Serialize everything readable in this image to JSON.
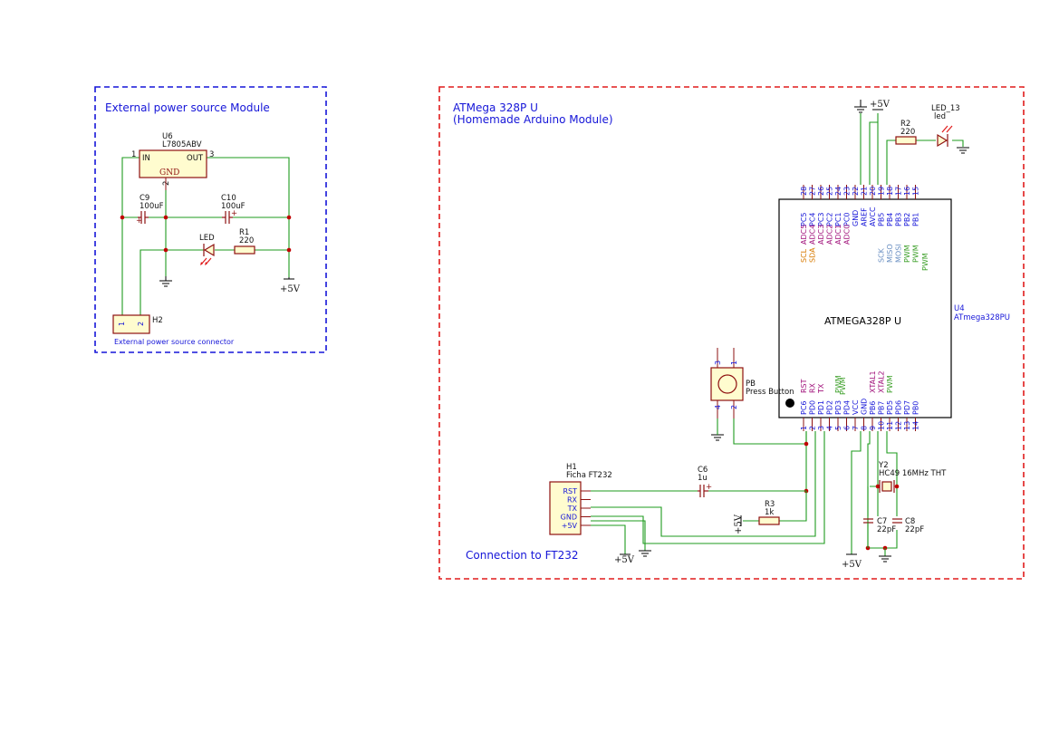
{
  "power_module": {
    "title": "External power source Module",
    "u6": {
      "ref": "U6",
      "value": "L7805ABV",
      "pin_in": "IN",
      "pin_out": "OUT",
      "pin_gnd": "GND",
      "n1": "1",
      "n2": "2",
      "n3": "3"
    },
    "c9": {
      "ref": "C9",
      "value": "100uF"
    },
    "c10": {
      "ref": "C10",
      "value": "100uF"
    },
    "led": {
      "ref": "LED"
    },
    "r1": {
      "ref": "R1",
      "value": "220"
    },
    "h2": {
      "ref": "H2",
      "value": "External power source connector",
      "n1": "1",
      "n2": "2"
    },
    "vcc": "+5V"
  },
  "arduino_module": {
    "title1": "ATMega 328P U",
    "title2": "(Homemade Arduino Module)",
    "footer": "Connection to FT232",
    "vcc": "+5V",
    "r2": {
      "ref": "R2",
      "value": "220"
    },
    "led13": {
      "ref": "LED_13",
      "value": "led"
    },
    "u4": {
      "ref": "U4",
      "value": "ATmega328PU",
      "name": "ATMEGA328P U"
    },
    "top_pins": [
      {
        "num": "28",
        "name": "PC5",
        "alt1": "ADC5",
        "alt2": "SCL"
      },
      {
        "num": "27",
        "name": "PC4",
        "alt1": "ADC4",
        "alt2": "SDA"
      },
      {
        "num": "26",
        "name": "PC3",
        "alt1": "ADC3",
        "alt2": ""
      },
      {
        "num": "25",
        "name": "PC2",
        "alt1": "ADC2",
        "alt2": ""
      },
      {
        "num": "24",
        "name": "PC1",
        "alt1": "ADC1",
        "alt2": ""
      },
      {
        "num": "23",
        "name": "PC0",
        "alt1": "ADC0",
        "alt2": ""
      },
      {
        "num": "22",
        "name": "GND",
        "alt1": "",
        "alt2": ""
      },
      {
        "num": "21",
        "name": "AREF",
        "alt1": "",
        "alt2": ""
      },
      {
        "num": "20",
        "name": "AVCC",
        "alt1": "",
        "alt2": ""
      },
      {
        "num": "19",
        "name": "PB5",
        "alt1": "",
        "alt2": "SCK"
      },
      {
        "num": "18",
        "name": "PB4",
        "alt1": "",
        "alt2": "MISO"
      },
      {
        "num": "17",
        "name": "PB3",
        "alt1": "",
        "alt2": "MOSI"
      },
      {
        "num": "16",
        "name": "PB2",
        "alt1": "",
        "alt2": "PWM"
      },
      {
        "num": "15",
        "name": "PB1",
        "alt1": "",
        "alt2": "PWM"
      }
    ],
    "extra_pwm": "PWM",
    "bottom_pins": [
      {
        "num": "1",
        "name": "PC6",
        "alt": "RST"
      },
      {
        "num": "2",
        "name": "PD0",
        "alt": "RX"
      },
      {
        "num": "3",
        "name": "PD1",
        "alt": "TX"
      },
      {
        "num": "4",
        "name": "PD2",
        "alt": ""
      },
      {
        "num": "5",
        "name": "PD3",
        "alt": "PWM"
      },
      {
        "num": "6",
        "name": "PD4",
        "alt": ""
      },
      {
        "num": "7",
        "name": "VCC",
        "alt": ""
      },
      {
        "num": "8",
        "name": "GND",
        "alt": ""
      },
      {
        "num": "9",
        "name": "PB6",
        "alt": "XTAL1"
      },
      {
        "num": "10",
        "name": "PB7",
        "alt": "XTAL2"
      },
      {
        "num": "11",
        "name": "PD5",
        "alt": "PWM"
      },
      {
        "num": "12",
        "name": "PD6",
        "alt": ""
      },
      {
        "num": "13",
        "name": "PD7",
        "alt": ""
      },
      {
        "num": "14",
        "name": "PB0",
        "alt": ""
      }
    ],
    "pb": {
      "ref": "PB",
      "value": "Press Button",
      "p1": "1",
      "p2": "2",
      "p3": "3",
      "p4": "4"
    },
    "h1": {
      "ref": "H1",
      "value": "Ficha FT232",
      "pins": [
        "RST",
        "RX",
        "TX",
        "GND",
        "+5V"
      ]
    },
    "c6": {
      "ref": "C6",
      "value": "1u"
    },
    "r3": {
      "ref": "R3",
      "value": "1k"
    },
    "y2": {
      "ref": "Y2",
      "value": "HC49 16MHz THT"
    },
    "c7": {
      "ref": "C7",
      "value": "22pF"
    },
    "c8": {
      "ref": "C8",
      "value": "22pF"
    }
  }
}
